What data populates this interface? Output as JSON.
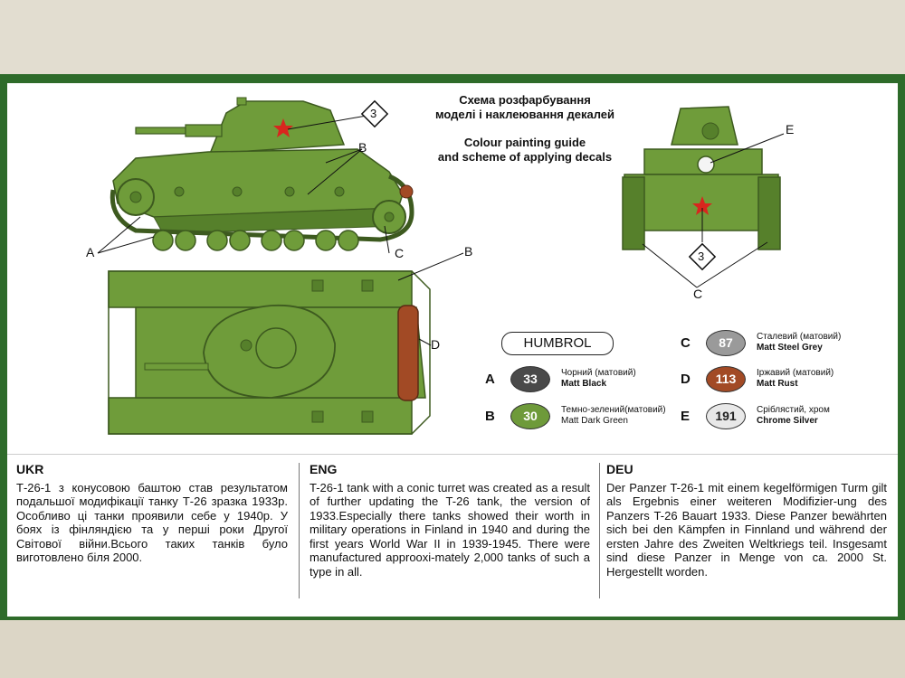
{
  "guide": {
    "title_ukr_line1": "Схема розфарбування",
    "title_ukr_line2": "моделі і наклеювання декалей",
    "title_eng_line1": "Colour painting guide",
    "title_eng_line2": "and scheme of applying decals"
  },
  "callouts": {
    "a": "A",
    "b": "B",
    "c": "C",
    "d": "D",
    "e": "E",
    "decal_number": "3"
  },
  "paints": {
    "brand": "HUMBROL",
    "items": [
      {
        "letter": "A",
        "code": "33",
        "name_ukr": "Чорний (матовий)",
        "name_eng": "Matt Black",
        "color": "#4a4a4a",
        "text_color": "#ffffff"
      },
      {
        "letter": "B",
        "code": "30",
        "name_ukr": "Темно-зелений(матовий)",
        "name_eng": "Matt Dark Green",
        "color": "#6e9a3a",
        "text_color": "#ffffff"
      },
      {
        "letter": "C",
        "code": "87",
        "name_ukr": "Сталевий (матовий)",
        "name_eng": "Matt Steel Grey",
        "color": "#9a9a9a",
        "text_color": "#ffffff"
      },
      {
        "letter": "D",
        "code": "113",
        "name_ukr": "Іржавий (матовий)",
        "name_eng": "Matt Rust",
        "color": "#a24a25",
        "text_color": "#ffffff"
      },
      {
        "letter": "E",
        "code": "191",
        "name_ukr": "Сріблястий, хром",
        "name_eng": "Chrome Silver",
        "color": "#e8e8e8",
        "text_color": "#222222"
      }
    ]
  },
  "columns": [
    {
      "title": "UKR",
      "body": "Т-26-1 з конусовою баштою став результатом подальшої модифікації танку Т-26 зразка 1933р. Особливо ці танки проявили себе у 1940р. У боях із фінляндією та у перші роки Другої Світової війни.Всього таких танків було виготовлено біля 2000."
    },
    {
      "title": "ENG",
      "body": "T-26-1 tank with a conic turret was created as a result of further updating the T-26 tank, the version of 1933.Especially there tanks showed their worth in military operations in Finland in 1940 and during the first years World War II in 1939-1945. There were manufactured approoxi-mately 2,000 tanks of such a type in all."
    },
    {
      "title": "DEU",
      "body": "Der Panzer T-26-1 mit einem kegelförmigen Turm gilt als Ergebnis einer weiteren Modifizier-ung des Panzers T-26 Bauart 1933. Diese Panzer bewährten sich bei den Kämpfen in Finnland und während der ersten Jahre des Zweiten Weltkriegs teil. Insgesamt sind diese Panzer in Menge von ca. 2000 St. Hergestellt worden."
    }
  ],
  "colors": {
    "tank_green": "#6f9c3a",
    "tank_shadow": "#56802b",
    "rust": "#a24a25",
    "frame_green": "#2e6b2a",
    "star_red": "#d8261e"
  }
}
